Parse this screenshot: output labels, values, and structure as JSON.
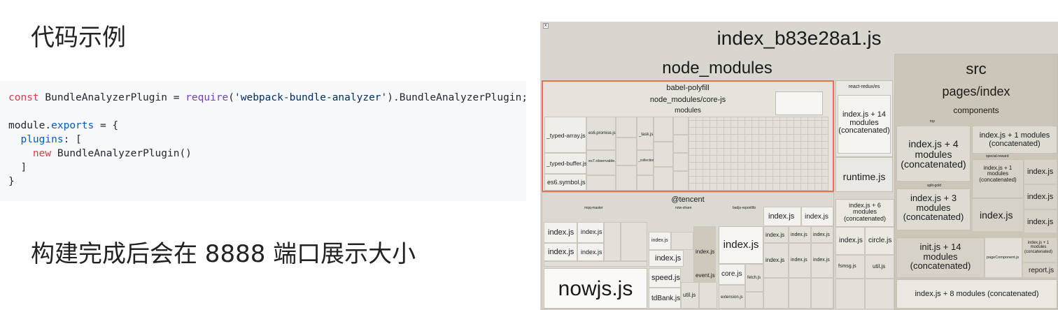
{
  "slide": {
    "title": "代码示例",
    "caption": "构建完成后会在 8888 端口展示大小"
  },
  "code": {
    "line1": {
      "kw": "const",
      "name": " BundleAnalyzerPlugin = ",
      "fn": "require",
      "open": "(",
      "str": "'webpack-bundle-analyzer'",
      "rest": ").BundleAnalyzerPlugin;"
    },
    "line3": {
      "obj": "module",
      "dot": ".",
      "prop": "exports",
      "rest": " = {"
    },
    "line4": {
      "prop": "  plugins",
      "rest": ": ["
    },
    "line5": {
      "indent": "    ",
      "kw": "new",
      "name": " BundleAnalyzerPlugin",
      "rest": "()"
    },
    "line6": "  ]",
    "line7": "}"
  },
  "treemap": {
    "root": "index_b83e28a1.js",
    "node_modules": "node_modules",
    "src": "src",
    "babel_polyfill": "babel-polyfill",
    "core_js": "node_modules/core-js",
    "modules": "modules",
    "typed_array": "_typed-array.js",
    "typed_buffer": "_typed-buffer.js",
    "es6_symbol": "es6.symbol.js",
    "es6_promise": "es6.promise.js",
    "es7_observable": "es7.observable.js",
    "task": "_task.js",
    "collection": "_collection.js",
    "react_redux": "react-redux/es",
    "rr_concat": "index.js + 14\nmodules\n(concatenated)",
    "runtime": "runtime.js",
    "tencent": "@tencent",
    "nowjs": "nowjs.js",
    "index_js": "index.js",
    "speed": "speed.js",
    "tdbank": "tdBank.js",
    "core": "core.js",
    "event": "event.js",
    "util": "util.js",
    "extension": "extension.js",
    "fetch": "fetch.js",
    "fsmsg": "fsmsg.js",
    "circle": "circle.js",
    "pages_index": "pages/index",
    "components": "components",
    "pi_concat4": "index.js + 4\nmodules\n(concatenated)",
    "pi_concat1": "index.js + 1 modules\n(concatenated)",
    "pi_concat3": "index.js + 3\nmodules\n(concatenated)",
    "init_concat": "init.js + 14\nmodules\n(concatenated)",
    "idx_concat6": "index.js + 6\nmodules\n(concatenated)",
    "report": "report.js",
    "bottom_concat": "index.js + 8 modules (concatenated)",
    "mqq_master": "mqq-master",
    "now_share": "now-share",
    "badjs": "badjs-report/lib",
    "top": "top",
    "split_gold": "split-gold",
    "special_reward": "special-reward",
    "small_concat": "index.js + 1\nmodules\n(concatenated)",
    "page_component": "pageComponent.js",
    "close": "x"
  }
}
